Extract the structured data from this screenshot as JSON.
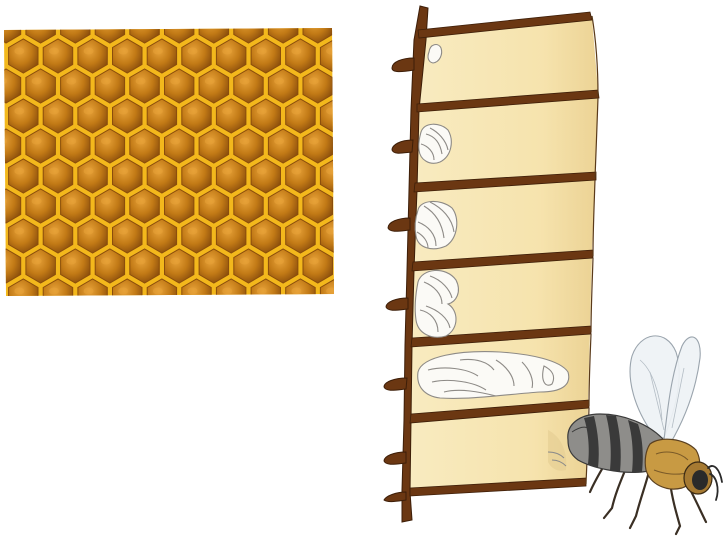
{
  "scene": {
    "panels": [
      "honeycomb-pattern",
      "brood-cell-cross-section",
      "honeybee"
    ],
    "brood_stages": [
      "egg",
      "young-larva",
      "larva",
      "older-larva",
      "pupa",
      "empty-cell"
    ],
    "colors": {
      "comb_wax": "#f3b81c",
      "comb_cell_dark": "#8a4d0c",
      "comb_cell_mid": "#c27a16",
      "comb_cell_light": "#e7a239",
      "cell_wall": "#6b3712",
      "cell_fill": "#f7e7b2",
      "cell_fill_shadow": "#ead39a",
      "brood_white": "#fbfaf6",
      "brood_outline": "#8d8a86",
      "bee_body_gray": "#8e8d8a",
      "bee_stripe_dark": "#3a3a3a",
      "bee_thorax": "#c89a43",
      "bee_wing": "#e9eef2"
    }
  }
}
